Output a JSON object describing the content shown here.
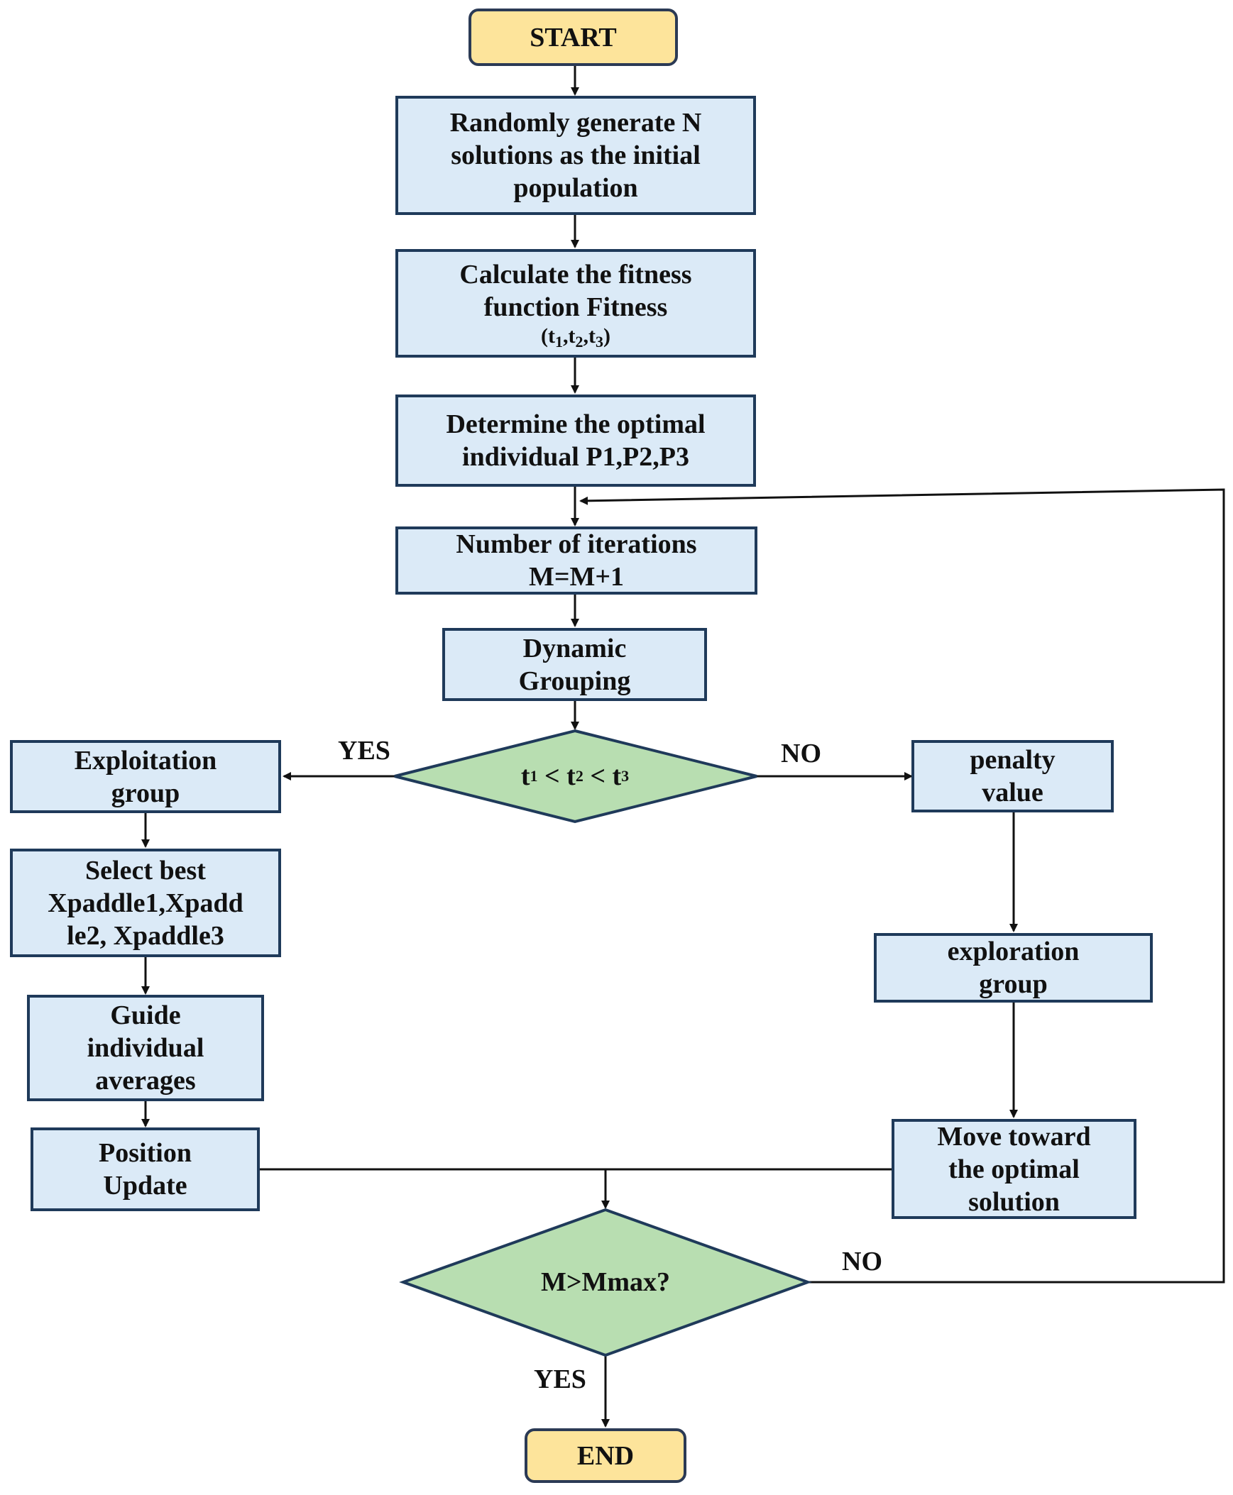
{
  "flowchart": {
    "start": "START",
    "init_population": "Randomly generate N\nsolutions as the initial\npopulation",
    "fitness": {
      "line1": "Calculate the fitness\nfunction Fitness",
      "args": [
        "t",
        "1",
        ",t",
        "2",
        ",t",
        "3"
      ]
    },
    "optimal": "Determine the optimal\nindividual P1,P2,P3",
    "iterations": "Number of iterations\nM=M+1",
    "grouping": "Dynamic\nGrouping",
    "decision1": {
      "parts": [
        "t",
        "1",
        " < t",
        "2",
        " < t",
        "3"
      ]
    },
    "exploitation": "Exploitation\ngroup",
    "select_best": "Select best\nXpaddle1,Xpadd\nle2, Xpaddle3",
    "guide": "Guide\nindividual\naverages",
    "position_update": "Position\nUpdate",
    "penalty": "penalty\nvalue",
    "exploration": "exploration\ngroup",
    "move_toward": "Move toward\nthe optimal\nsolution",
    "decision2": "M>Mmax?",
    "end": "END",
    "labels": {
      "yes1": "YES",
      "no1": "NO",
      "no2": "NO",
      "yes2": "YES"
    }
  },
  "colors": {
    "process_fill": "#dbeaf7",
    "terminal_fill": "#fde49b",
    "decision_fill": "#b8deb1",
    "border": "#1f3a5a"
  }
}
